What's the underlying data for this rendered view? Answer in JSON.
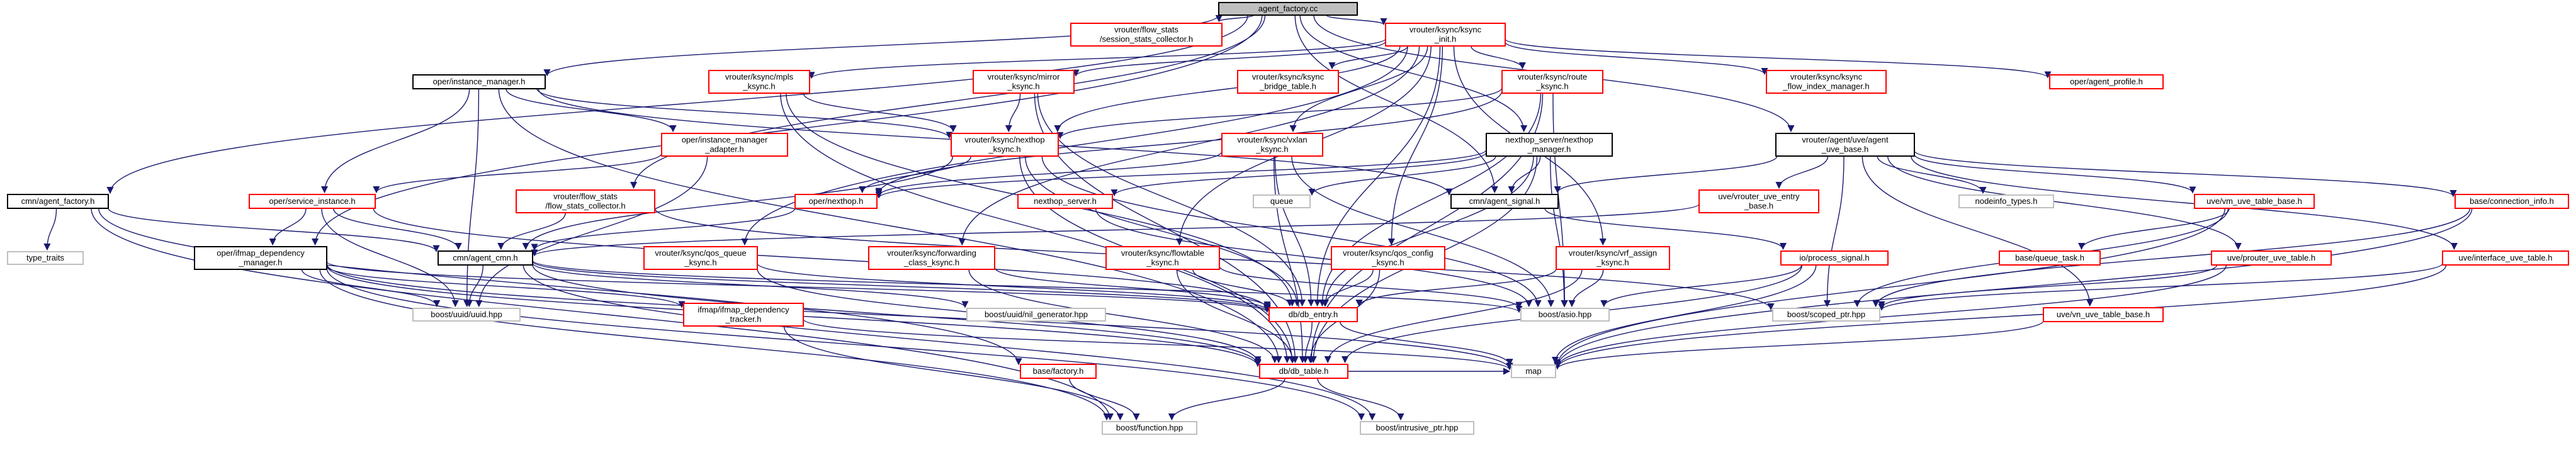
{
  "colors": {
    "root_fill": "#bfbfbf",
    "root_stroke": "#000000",
    "documented_stroke": "#000000",
    "undocumented_stroke": "#ff0000",
    "system_stroke": "#bfbfbf",
    "edge": "#191970"
  },
  "nodes": [
    {
      "id": "agent_factory",
      "lines": [
        "agent_factory.cc"
      ],
      "kind": "root"
    },
    {
      "id": "kaync_init",
      "lines": [
        "vrouter/ksync/ksync",
        "_init.h"
      ],
      "kind": "undoc"
    },
    {
      "id": "flow_stats_session",
      "lines": [
        "vrouter/flow_stats",
        "/session_stats_collector.h"
      ],
      "kind": "undoc"
    },
    {
      "id": "instance_manager",
      "lines": [
        "oper/instance_manager.h"
      ],
      "kind": "doc"
    },
    {
      "id": "ksync_mpls",
      "lines": [
        "vrouter/ksync/mpls",
        "_ksync.h"
      ],
      "kind": "undoc"
    },
    {
      "id": "ksync_mirror",
      "lines": [
        "vrouter/ksync/mirror",
        "_ksync.h"
      ],
      "kind": "undoc"
    },
    {
      "id": "ksync_bridge",
      "lines": [
        "vrouter/ksync/ksync",
        "_bridge_table.h"
      ],
      "kind": "undoc"
    },
    {
      "id": "ksync_route",
      "lines": [
        "vrouter/ksync/route",
        "_ksync.h"
      ],
      "kind": "undoc"
    },
    {
      "id": "ksync_flow_index",
      "lines": [
        "vrouter/ksync/ksync",
        "_flow_index_manager.h"
      ],
      "kind": "undoc"
    },
    {
      "id": "agent_profile",
      "lines": [
        "oper/agent_profile.h"
      ],
      "kind": "undoc"
    },
    {
      "id": "ksync_nexthop",
      "lines": [
        "vrouter/ksync/nexthop",
        "_ksync.h"
      ],
      "kind": "undoc"
    },
    {
      "id": "instance_manager_adapter",
      "lines": [
        "oper/instance_manager",
        "_adapter.h"
      ],
      "kind": "undoc"
    },
    {
      "id": "service_instance",
      "lines": [
        "oper/service_instance.h"
      ],
      "kind": "undoc"
    },
    {
      "id": "cmn_agent_factory",
      "lines": [
        "cmn/agent_factory.h"
      ],
      "kind": "doc"
    },
    {
      "id": "flow_stats_collector",
      "lines": [
        "vrouter/flow_stats",
        "/flow_stats_collector.h"
      ],
      "kind": "undoc"
    },
    {
      "id": "oper_nexthop",
      "lines": [
        "oper/nexthop.h"
      ],
      "kind": "undoc"
    },
    {
      "id": "ksync_vxlan",
      "lines": [
        "vrouter/ksync/vxlan",
        "_ksync.h"
      ],
      "kind": "undoc"
    },
    {
      "id": "nexthop_server_manager",
      "lines": [
        "nexthop_server/nexthop",
        "_manager.h"
      ],
      "kind": "doc"
    },
    {
      "id": "cmn_agent_signal",
      "lines": [
        "cmn/agent_signal.h"
      ],
      "kind": "doc"
    },
    {
      "id": "vrouter_uve_agent",
      "lines": [
        "vrouter/agent/uve/agent",
        "_uve_base.h"
      ],
      "kind": "doc"
    },
    {
      "id": "type_traits",
      "lines": [
        "type_traits"
      ],
      "kind": "sys"
    },
    {
      "id": "ifmap_dependency_manager",
      "lines": [
        "oper/ifmap_dependency",
        "_manager.h"
      ],
      "kind": "doc"
    },
    {
      "id": "cmn_agent_cmn",
      "lines": [
        "cmn/agent_cmn.h"
      ],
      "kind": "doc"
    },
    {
      "id": "ksync_qos_queue",
      "lines": [
        "vrouter/ksync/qos_queue",
        "_ksync.h"
      ],
      "kind": "undoc"
    },
    {
      "id": "ksync_forwarding_class",
      "lines": [
        "vrouter/ksync/forwarding",
        "_class_ksync.h"
      ],
      "kind": "undoc"
    },
    {
      "id": "ksync_flowtable",
      "lines": [
        "vrouter/ksync/flowtable",
        "_ksync.h"
      ],
      "kind": "undoc"
    },
    {
      "id": "ksync_qos_config",
      "lines": [
        "vrouter/ksync/qos_config",
        "_ksync.h"
      ],
      "kind": "undoc"
    },
    {
      "id": "nexthop_server",
      "lines": [
        "nexthop_server.h"
      ],
      "kind": "undoc"
    },
    {
      "id": "queue",
      "lines": [
        "queue"
      ],
      "kind": "sys"
    },
    {
      "id": "ksync_vrf_assign",
      "lines": [
        "vrouter/ksync/vrf_assign",
        "_ksync.h"
      ],
      "kind": "undoc"
    },
    {
      "id": "uve_vrouter_uve_entry",
      "lines": [
        "uve/vrouter_uve_entry",
        "_base.h"
      ],
      "kind": "undoc"
    },
    {
      "id": "nodeinfo_types",
      "lines": [
        "nodeinfo_types.h"
      ],
      "kind": "sys"
    },
    {
      "id": "uve_vm_uve_table",
      "lines": [
        "uve/vm_uve_table_base.h"
      ],
      "kind": "undoc"
    },
    {
      "id": "base_connection_info",
      "lines": [
        "base/connection_info.h"
      ],
      "kind": "undoc"
    },
    {
      "id": "uve_prouter_uve_table",
      "lines": [
        "uve/prouter_uve_table.h"
      ],
      "kind": "undoc"
    },
    {
      "id": "uve_interface_uve_table",
      "lines": [
        "uve/interface_uve_table.h"
      ],
      "kind": "undoc"
    },
    {
      "id": "ifmap_dependency_tracker",
      "lines": [
        "ifmap/ifmap_dependency",
        "_tracker.h"
      ],
      "kind": "undoc"
    },
    {
      "id": "boost_uuid",
      "lines": [
        "boost/uuid/uuid.hpp"
      ],
      "kind": "sys"
    },
    {
      "id": "boost_nil_generator",
      "lines": [
        "boost/uuid/nil_generator.hpp"
      ],
      "kind": "sys"
    },
    {
      "id": "db_entry",
      "lines": [
        "db/db_entry.h"
      ],
      "kind": "undoc"
    },
    {
      "id": "boost_asio",
      "lines": [
        "boost/asio.hpp"
      ],
      "kind": "sys"
    },
    {
      "id": "io_process_signal",
      "lines": [
        "io/process_signal.h"
      ],
      "kind": "undoc"
    },
    {
      "id": "base_queue_task",
      "lines": [
        "base/queue_task.h"
      ],
      "kind": "undoc"
    },
    {
      "id": "boost_scoped_ptr",
      "lines": [
        "boost/scoped_ptr.hpp"
      ],
      "kind": "sys"
    },
    {
      "id": "uve_vn_uve_table_base",
      "lines": [
        "uve/vn_uve_table_base.h"
      ],
      "kind": "undoc"
    },
    {
      "id": "base_factory",
      "lines": [
        "base/factory.h"
      ],
      "kind": "undoc"
    },
    {
      "id": "db_table",
      "lines": [
        "db/db_table.h"
      ],
      "kind": "undoc"
    },
    {
      "id": "map",
      "lines": [
        "map"
      ],
      "kind": "sys"
    },
    {
      "id": "boost_function",
      "lines": [
        "boost/function.hpp"
      ],
      "kind": "sys"
    },
    {
      "id": "boost_intrusive_ptr",
      "lines": [
        "boost/intrusive_ptr.hpp"
      ],
      "kind": "sys"
    }
  ],
  "edges": [
    [
      "agent_factory",
      "kaync_init"
    ],
    [
      "agent_factory",
      "flow_stats_session"
    ],
    [
      "agent_factory",
      "instance_manager"
    ],
    [
      "agent_factory",
      "cmn_agent_factory"
    ],
    [
      "agent_factory",
      "flow_stats_collector"
    ],
    [
      "agent_factory",
      "nexthop_server_manager"
    ],
    [
      "agent_factory",
      "cmn_agent_signal"
    ],
    [
      "agent_factory",
      "vrouter_uve_agent"
    ],
    [
      "agent_factory",
      "ifmap_dependency_manager"
    ],
    [
      "kaync_init",
      "ksync_mpls"
    ],
    [
      "kaync_init",
      "ksync_mirror"
    ],
    [
      "kaync_init",
      "ksync_bridge"
    ],
    [
      "kaync_init",
      "ksync_route"
    ],
    [
      "kaync_init",
      "ksync_flow_index"
    ],
    [
      "kaync_init",
      "agent_profile"
    ],
    [
      "kaync_init",
      "ksync_nexthop"
    ],
    [
      "kaync_init",
      "ksync_vxlan"
    ],
    [
      "kaync_init",
      "ksync_qos_queue"
    ],
    [
      "kaync_init",
      "ksync_forwarding_class"
    ],
    [
      "kaync_init",
      "ksync_flowtable"
    ],
    [
      "kaync_init",
      "ksync_qos_config"
    ],
    [
      "kaync_init",
      "ksync_vrf_assign"
    ],
    [
      "kaync_init",
      "db_entry"
    ],
    [
      "instance_manager",
      "instance_manager_adapter"
    ],
    [
      "instance_manager",
      "service_instance"
    ],
    [
      "instance_manager",
      "boost_uuid"
    ],
    [
      "instance_manager",
      "cmn_agent_signal"
    ],
    [
      "instance_manager",
      "ksync_nexthop"
    ],
    [
      "instance_manager",
      "db_table"
    ],
    [
      "instance_manager_adapter",
      "service_instance"
    ],
    [
      "instance_manager_adapter",
      "boost_uuid"
    ],
    [
      "service_instance",
      "ifmap_dependency_manager"
    ],
    [
      "service_instance",
      "cmn_agent_cmn"
    ],
    [
      "service_instance",
      "boost_uuid"
    ],
    [
      "service_instance",
      "db_entry"
    ],
    [
      "ksync_mpls",
      "ksync_nexthop"
    ],
    [
      "ksync_mpls",
      "db_entry"
    ],
    [
      "ksync_mpls",
      "db_table"
    ],
    [
      "ksync_mirror",
      "ksync_nexthop"
    ],
    [
      "ksync_mirror",
      "db_entry"
    ],
    [
      "ksync_mirror",
      "db_table"
    ],
    [
      "ksync_route",
      "ksync_nexthop"
    ],
    [
      "ksync_route",
      "oper_nexthop"
    ],
    [
      "ksync_route",
      "db_entry"
    ],
    [
      "ksync_route",
      "db_table"
    ],
    [
      "ksync_route",
      "boost_asio"
    ],
    [
      "ksync_nexthop",
      "oper_nexthop"
    ],
    [
      "ksync_nexthop",
      "db_entry"
    ],
    [
      "ksync_nexthop",
      "db_table"
    ],
    [
      "ksync_nexthop",
      "boost_asio"
    ],
    [
      "ksync_nexthop",
      "cmn_agent_cmn"
    ],
    [
      "ksync_vxlan",
      "oper_nexthop"
    ],
    [
      "ksync_vxlan",
      "db_entry"
    ],
    [
      "ksync_vxlan",
      "db_table"
    ],
    [
      "ksync_vxlan",
      "boost_asio"
    ],
    [
      "oper_nexthop",
      "cmn_agent_cmn"
    ],
    [
      "nexthop_server_manager",
      "oper_nexthop"
    ],
    [
      "nexthop_server_manager",
      "nexthop_server"
    ],
    [
      "nexthop_server_manager",
      "queue"
    ],
    [
      "nexthop_server_manager",
      "cmn_agent_signal"
    ],
    [
      "nexthop_server_manager",
      "db_entry"
    ],
    [
      "nexthop_server_manager",
      "db_table"
    ],
    [
      "nexthop_server_manager",
      "boost_asio"
    ],
    [
      "nexthop_server",
      "boost_asio"
    ],
    [
      "cmn_agent_factory",
      "type_traits"
    ],
    [
      "cmn_agent_factory",
      "base_factory"
    ],
    [
      "cmn_agent_factory",
      "boost_function"
    ],
    [
      "cmn_agent_factory",
      "cmn_agent_cmn"
    ],
    [
      "base_factory",
      "boost_function"
    ],
    [
      "flow_stats_collector",
      "cmn_agent_cmn"
    ],
    [
      "flow_stats_collector",
      "boost_scoped_ptr"
    ],
    [
      "ifmap_dependency_manager",
      "boost_uuid"
    ],
    [
      "ifmap_dependency_manager",
      "ifmap_dependency_tracker"
    ],
    [
      "ifmap_dependency_manager",
      "boost_function"
    ],
    [
      "ifmap_dependency_manager",
      "db_table"
    ],
    [
      "ifmap_dependency_manager",
      "map"
    ],
    [
      "ifmap_dependency_manager",
      "boost_intrusive_ptr"
    ],
    [
      "ifmap_dependency_manager",
      "db_entry"
    ],
    [
      "ifmap_dependency_tracker",
      "boost_function"
    ],
    [
      "ifmap_dependency_tracker",
      "map"
    ],
    [
      "cmn_agent_cmn",
      "boost_uuid"
    ],
    [
      "cmn_agent_cmn",
      "boost_nil_generator"
    ],
    [
      "cmn_agent_cmn",
      "db_entry"
    ],
    [
      "cmn_agent_cmn",
      "db_table"
    ],
    [
      "cmn_agent_cmn",
      "boost_intrusive_ptr"
    ],
    [
      "cmn_agent_cmn",
      "boost_asio"
    ],
    [
      "ksync_qos_queue",
      "db_entry"
    ],
    [
      "ksync_qos_queue",
      "db_table"
    ],
    [
      "ksync_forwarding_class",
      "db_entry"
    ],
    [
      "ksync_forwarding_class",
      "db_table"
    ],
    [
      "ksync_flowtable",
      "db_entry"
    ],
    [
      "ksync_flowtable",
      "db_table"
    ],
    [
      "ksync_flowtable",
      "boost_asio"
    ],
    [
      "ksync_qos_config",
      "db_entry"
    ],
    [
      "ksync_qos_config",
      "db_table"
    ],
    [
      "ksync_vrf_assign",
      "db_entry"
    ],
    [
      "ksync_vrf_assign",
      "db_table"
    ],
    [
      "ksync_vrf_assign",
      "boost_asio"
    ],
    [
      "cmn_agent_signal",
      "io_process_signal"
    ],
    [
      "io_process_signal",
      "boost_asio"
    ],
    [
      "io_process_signal",
      "map"
    ],
    [
      "io_process_signal",
      "db_table"
    ],
    [
      "vrouter_uve_agent",
      "uve_vrouter_uve_entry"
    ],
    [
      "vrouter_uve_agent",
      "nodeinfo_types"
    ],
    [
      "vrouter_uve_agent",
      "uve_vm_uve_table"
    ],
    [
      "vrouter_uve_agent",
      "base_connection_info"
    ],
    [
      "vrouter_uve_agent",
      "uve_prouter_uve_table"
    ],
    [
      "vrouter_uve_agent",
      "uve_interface_uve_table"
    ],
    [
      "vrouter_uve_agent",
      "uve_vn_uve_table_base"
    ],
    [
      "vrouter_uve_agent",
      "boost_scoped_ptr"
    ],
    [
      "vrouter_uve_agent",
      "cmn_agent_signal"
    ],
    [
      "uve_vrouter_uve_entry",
      "cmn_agent_cmn"
    ],
    [
      "uve_vm_uve_table",
      "base_queue_task"
    ],
    [
      "uve_vm_uve_table",
      "boost_scoped_ptr"
    ],
    [
      "uve_vm_uve_table",
      "map"
    ],
    [
      "base_connection_info",
      "boost_scoped_ptr"
    ],
    [
      "base_connection_info",
      "map"
    ],
    [
      "uve_prouter_uve_table",
      "boost_scoped_ptr"
    ],
    [
      "uve_prouter_uve_table",
      "map"
    ],
    [
      "uve_interface_uve_table",
      "boost_scoped_ptr"
    ],
    [
      "uve_interface_uve_table",
      "map"
    ],
    [
      "uve_vn_uve_table_base",
      "map"
    ],
    [
      "db_entry",
      "db_table"
    ],
    [
      "db_entry",
      "map"
    ],
    [
      "db_table",
      "boost_function"
    ],
    [
      "db_table",
      "boost_intrusive_ptr"
    ],
    [
      "db_table",
      "map"
    ]
  ]
}
